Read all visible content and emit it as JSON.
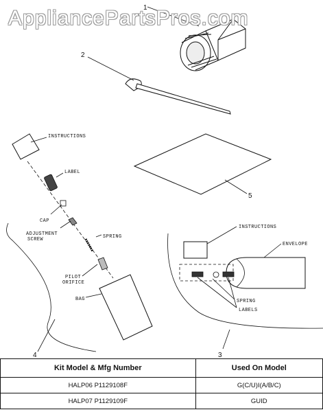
{
  "watermark": "AppliancePartsPros.com",
  "callouts": [
    "1",
    "2",
    "3",
    "4",
    "5"
  ],
  "labels": {
    "instructions_left": "INSTRUCTIONS",
    "label": "LABEL",
    "cap": "CAP",
    "adjustment_screw_1": "ADJUSTMENT",
    "adjustment_screw_2": "SCREW",
    "spring_left": "SPRING",
    "pilot_orifice_1": "PILOT",
    "pilot_orifice_2": "ORIFICE",
    "bag": "BAG",
    "instructions_right": "INSTRUCTIONS",
    "envelope": "ENVELOPE",
    "spring_right": "SPRING",
    "labels": "LABELS"
  },
  "table": {
    "headers": [
      "Kit Model & Mfg Number",
      "Used On Model"
    ],
    "rows": [
      [
        "HALP06 P1129108F",
        "G(C/U)I(A/B/C)"
      ],
      [
        "HALP07 P1129109F",
        "GUID"
      ]
    ]
  }
}
